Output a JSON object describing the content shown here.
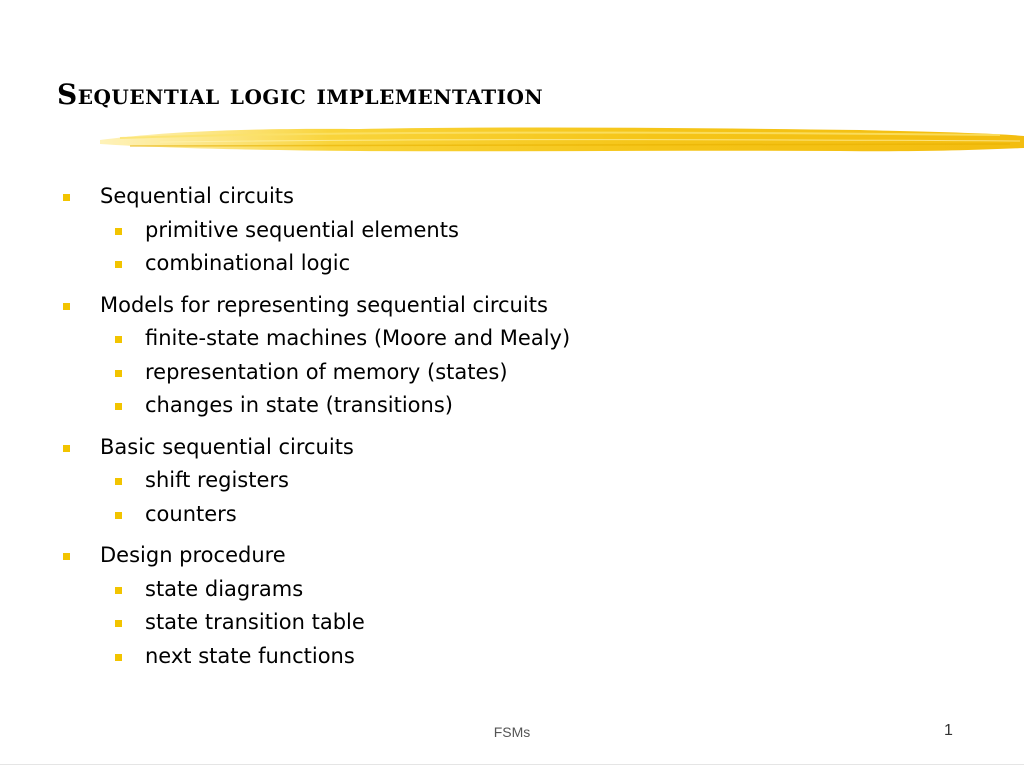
{
  "slide": {
    "title": "Sequential logic implementation",
    "accent_color": "#F2C400",
    "bullets": [
      {
        "text": "Sequential circuits",
        "children": [
          "primitive sequential elements",
          "combinational logic"
        ]
      },
      {
        "text": "Models for representing sequential circuits",
        "children": [
          "finite-state machines (Moore and Mealy)",
          "representation of memory (states)",
          "changes in state (transitions)"
        ]
      },
      {
        "text": "Basic sequential circuits",
        "children": [
          "shift registers",
          "counters"
        ]
      },
      {
        "text": "Design procedure",
        "children": [
          "state diagrams",
          "state transition table",
          "next state functions"
        ]
      }
    ],
    "footer": "FSMs",
    "page_number": "1"
  }
}
